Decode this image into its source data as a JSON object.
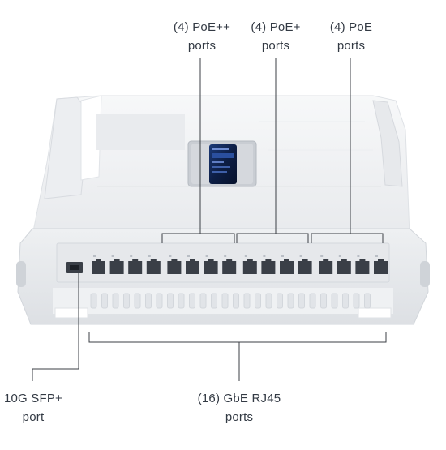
{
  "callouts": {
    "poe_plus_plus": {
      "line1": "(4) PoE++",
      "line2": "ports"
    },
    "poe_plus": {
      "line1": "(4) PoE+",
      "line2": "ports"
    },
    "poe": {
      "line1": "(4) PoE",
      "line2": "ports"
    },
    "sfp": {
      "line1": "10G SFP+",
      "line2": "port"
    },
    "rj45": {
      "line1": "(16) GbE RJ45",
      "line2": "ports"
    }
  },
  "device": {
    "rj45_port_count": 16,
    "sfp_port_count": 1,
    "display": "status-screen"
  },
  "colors": {
    "body": "#f1f2f4",
    "body_shadow": "#d9dce1",
    "port": "#3a3f47",
    "screen": "#0c1a3a",
    "leader_line": "#3b3f45",
    "text": "#333a44"
  }
}
